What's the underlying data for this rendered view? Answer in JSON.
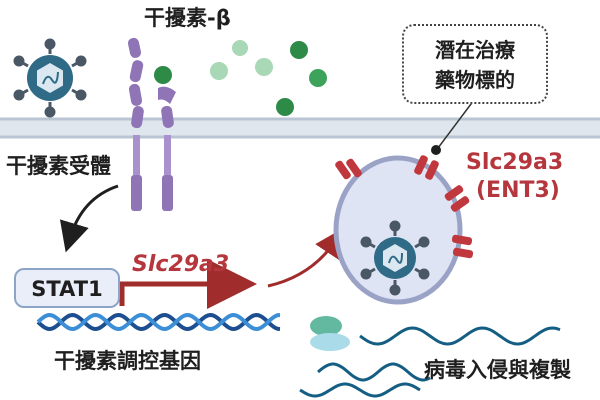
{
  "labels": {
    "interferon_beta": "干擾素-β",
    "interferon_receptor": "干擾素受體",
    "stat1": "STAT1",
    "gene_name": "Slc29a3",
    "isg_label": "干擾素調控基因",
    "protein_name": "Slc29a3",
    "protein_alias": "(ENT3)",
    "target_line1": "潛在治療",
    "target_line2": "藥物標的",
    "viral_replication": "病毒入侵與複製"
  },
  "colors": {
    "membrane": "#c8d3de",
    "receptor": "#8f74b6",
    "ligand": "#2e8a47",
    "ligand_faded": "#a8d8b5",
    "virus": "#2f6a86",
    "virus_spike": "#4a5765",
    "arrow_red": "#a12c2c",
    "transporter": "#c0383e",
    "vesicle_fill": "#dfe4f4",
    "vesicle_edge": "#9aa3c6",
    "dna_dark": "#1d4e8f",
    "dna_light": "#3c8fd6",
    "rna": "#155e83"
  },
  "icons": [
    "virus-icon",
    "interferon-ligand-icon",
    "receptor-icon",
    "transporter-icon",
    "dna-icon",
    "rna-icon",
    "ribosome-icon"
  ]
}
